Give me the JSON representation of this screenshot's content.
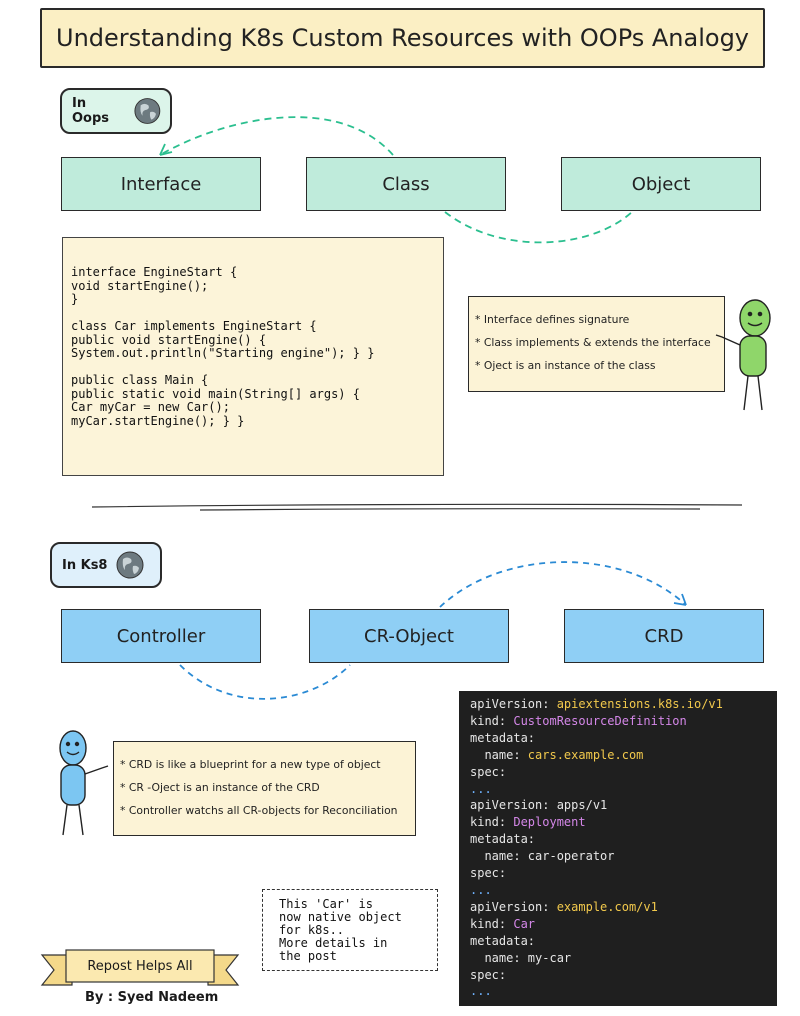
{
  "title": "Understanding K8s Custom Resources with OOPs Analogy",
  "oops": {
    "label": "In Oops",
    "boxes": [
      "Interface",
      "Class",
      "Object"
    ],
    "code": "interface EngineStart {\nvoid startEngine();\n}\n\nclass Car implements EngineStart {\npublic void startEngine() {\nSystem.out.println(\"Starting engine\"); } }\n\npublic class Main {\npublic static void main(String[] args) {\nCar myCar = new Car();\nmyCar.startEngine(); } }",
    "notes": [
      "* Interface defines signature",
      "* Class implements & extends the interface",
      "* Oject is an instance of the class"
    ]
  },
  "k8s": {
    "label": "In Ks8",
    "boxes": [
      "Controller",
      "CR-Object",
      "CRD"
    ],
    "notes": [
      "* CRD is like a blueprint for a new type of object",
      "* CR -Oject is an instance of the CRD",
      "* Controller watchs all CR-objects for Reconciliation"
    ],
    "yaml": [
      {
        "k": "apiVersion: ",
        "v": "apiextensions.k8s.io/v1",
        "c": "o"
      },
      {
        "k": "kind: ",
        "v": "CustomResourceDefinition",
        "c": "v"
      },
      {
        "k": "metadata:",
        "v": "",
        "c": "k"
      },
      {
        "k": "  name: ",
        "v": "cars.example.com",
        "c": "o"
      },
      {
        "k": "spec:",
        "v": "",
        "c": "k"
      },
      {
        "k": "...",
        "v": "",
        "c": "d"
      },
      {
        "k": "apiVersion: ",
        "v": "apps/v1",
        "c": "k"
      },
      {
        "k": "kind: ",
        "v": "Deployment",
        "c": "v"
      },
      {
        "k": "metadata:",
        "v": "",
        "c": "k"
      },
      {
        "k": "  name: ",
        "v": "car-operator",
        "c": "k"
      },
      {
        "k": "spec:",
        "v": "",
        "c": "k"
      },
      {
        "k": "...",
        "v": "",
        "c": "d"
      },
      {
        "k": "apiVersion: ",
        "v": "example.com/v1",
        "c": "o"
      },
      {
        "k": "kind: ",
        "v": "Car",
        "c": "v"
      },
      {
        "k": "metadata:",
        "v": "",
        "c": "k"
      },
      {
        "k": "  name: ",
        "v": "my-car",
        "c": "k"
      },
      {
        "k": "spec:",
        "v": "",
        "c": "k"
      },
      {
        "k": "...",
        "v": "",
        "c": "d"
      }
    ],
    "dashed_note": "This 'Car' is\nnow native object\nfor k8s..\nMore details in\nthe post"
  },
  "banner": "Repost Helps All",
  "author": "By : Syed Nadeem",
  "colors": {
    "title_bg": "#fbefc4",
    "green_box": "#bfebdb",
    "blue_box": "#8fcff5",
    "green_arrow": "#2bbf8f",
    "blue_arrow": "#2a8ad4",
    "note_bg": "#fcf3d6"
  },
  "icons": [
    "globe-icon",
    "stick-figure-icon",
    "ribbon-banner-icon"
  ]
}
